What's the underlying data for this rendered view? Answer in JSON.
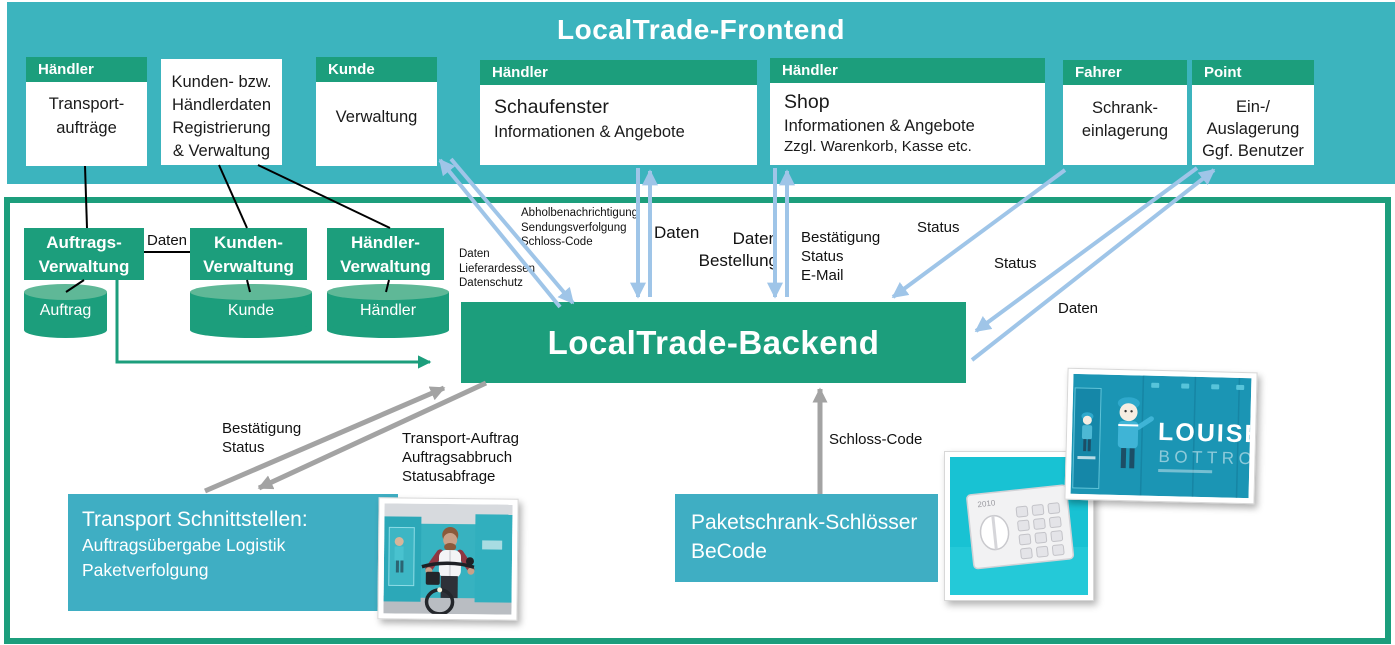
{
  "frontend": {
    "title": "LocalTrade-Frontend",
    "haendler_transport": {
      "header": "Händler",
      "lines": [
        "Transport-",
        "aufträge"
      ]
    },
    "kunden_daten": {
      "lines": [
        "Kunden- bzw.",
        "Händlerdaten",
        "Registrierung",
        "& Verwaltung"
      ]
    },
    "kunde": {
      "header": "Kunde",
      "lines": [
        "Verwaltung"
      ]
    },
    "schaufenster": {
      "header": "Händler",
      "title": "Schaufenster",
      "lines": [
        "Informationen & Angebote"
      ]
    },
    "shop": {
      "header": "Händler",
      "title": "Shop",
      "lines": [
        "Informationen & Angebote",
        "Zzgl. Warenkorb, Kasse etc."
      ]
    },
    "fahrer": {
      "header": "Fahrer",
      "lines": [
        "Schrank-",
        "einlagerung"
      ]
    },
    "point": {
      "header": "Point",
      "lines": [
        "Ein-/",
        "Auslagerung",
        "Ggf. Benutzer"
      ]
    }
  },
  "backend": {
    "title": "LocalTrade-Backend",
    "auftrags_verwaltung": [
      "Auftrags-",
      "Verwaltung"
    ],
    "kunden_verwaltung": [
      "Kunden-",
      "Verwaltung"
    ],
    "haendler_verwaltung": [
      "Händler-",
      "Verwaltung"
    ],
    "db_auftrag": "Auftrag",
    "db_kunde": "Kunde",
    "db_haendler": "Händler"
  },
  "labels": {
    "daten_link": "Daten",
    "abhol": [
      "Abholbenachrichtigung",
      "Sendungsverfolgung",
      "Schloss-Code"
    ],
    "daten_liefer": [
      "Daten",
      "Lieferardessen",
      "Datenschutz"
    ],
    "daten_mid": "Daten",
    "daten_bestellung": [
      "Daten",
      "Bestellung"
    ],
    "bestaetigung_email": [
      "Bestätigung",
      "Status",
      "E-Mail"
    ],
    "status_fahrer": "Status",
    "status_point": "Status",
    "daten_point": "Daten",
    "bestaetigung_status": [
      "Bestätigung",
      "Status"
    ],
    "transport_auftrag": [
      "Transport-Auftrag",
      "Auftragsabbruch",
      "Statusabfrage"
    ],
    "schloss_code": "Schloss-Code"
  },
  "bottom": {
    "transport": {
      "title": "Transport Schnittstellen:",
      "lines": [
        "Auftragsübergabe Logistik",
        "Paketverfolgung"
      ]
    },
    "schloesser": {
      "lines": [
        "Paketschrank-Schlösser",
        "BeCode"
      ]
    }
  },
  "photos": {
    "louise": {
      "title": "LOUISE",
      "subtitle": "BOTTROP"
    },
    "keypad": {
      "label": "2010"
    }
  },
  "colors": {
    "frontend_teal": "#3CB4BE",
    "box_teal": "#3FAEC3",
    "green": "#1C9E7C",
    "green_light": "#5FB897",
    "arrow_blue": "#9FC5E8",
    "arrow_gray": "#A3A3A3",
    "photo_cyan": "#18C2D3"
  }
}
